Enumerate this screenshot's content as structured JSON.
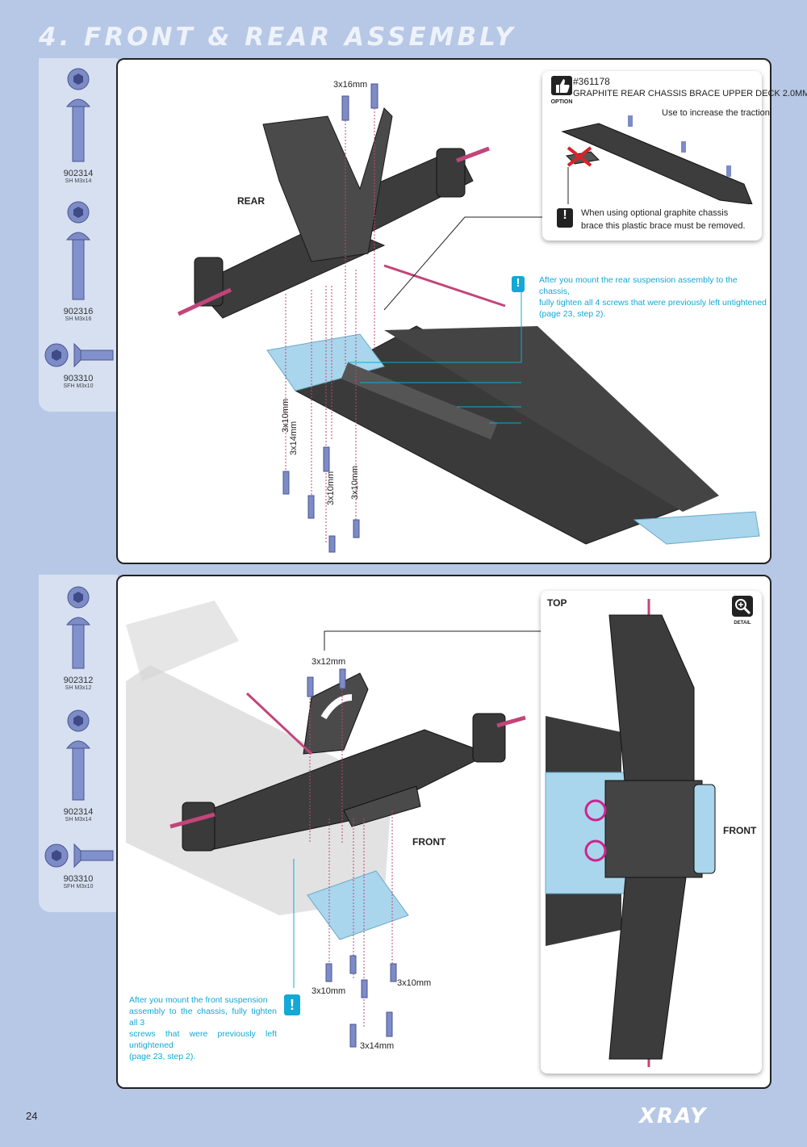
{
  "page": {
    "title": "4. FRONT & REAR ASSEMBLY",
    "page_number": "24",
    "brand": "XRAY"
  },
  "sidebar_top": [
    {
      "code": "902314",
      "sub": "SH M3x14"
    },
    {
      "code": "902316",
      "sub": "SH M3x16"
    },
    {
      "code": "903310",
      "sub": "SFH M3x10"
    }
  ],
  "sidebar_bottom": [
    {
      "code": "902312",
      "sub": "SH M3x12"
    },
    {
      "code": "902314",
      "sub": "SH M3x14"
    },
    {
      "code": "903310",
      "sub": "SFH M3x10"
    }
  ],
  "rear": {
    "label": "REAR",
    "screw_top": "3x16mm",
    "screw_labels": [
      "3x10mm",
      "3x14mm",
      "3x10mm",
      "3x10mm"
    ],
    "note": [
      "After you mount the rear suspension assembly to the chassis,",
      "fully tighten all 4 screws that were previously left untightened",
      "(page 23, step 2)."
    ],
    "option": {
      "badge": "OPTION",
      "part_number": "#361178",
      "part_name": "GRAPHITE REAR CHASSIS BRACE UPPER DECK 2.0MM",
      "tip": "Use to increase the traction.",
      "warning": [
        "When using optional graphite chassis",
        "brace this plastic brace must be removed."
      ]
    }
  },
  "front": {
    "label": "FRONT",
    "screw_top": "3x12mm",
    "screw_labels": [
      "3x10mm",
      "3x10mm",
      "3x14mm"
    ],
    "note": [
      "After you mount the front suspension",
      "assembly to the chassis, fully tighten all 3",
      "screws that were previously left untightened",
      "(page 23, step 2)."
    ],
    "detail": {
      "view_label": "TOP",
      "detail_badge": "DETAIL",
      "front_label": "FRONT"
    }
  }
}
